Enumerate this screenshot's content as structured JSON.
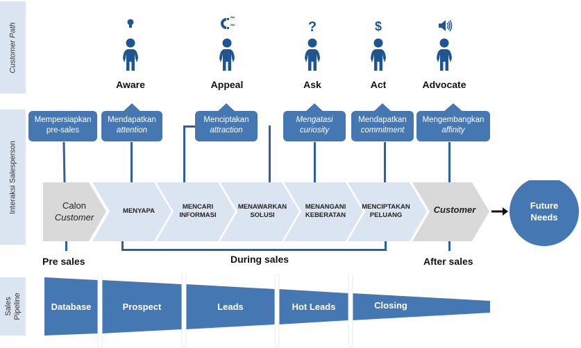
{
  "side_labels": {
    "customer_path": "Customer Path",
    "interaksi": "Interaksi Salesperson",
    "pipeline_line1": "Sales",
    "pipeline_line2": "Pipeline"
  },
  "customer_path": [
    {
      "label": "Aware",
      "icon": "lightbulb-icon",
      "glyph": "💡"
    },
    {
      "label": "Appeal",
      "icon": "magnet-icon",
      "glyph": "🧲"
    },
    {
      "label": "Ask",
      "icon": "question-icon",
      "glyph": "?"
    },
    {
      "label": "Act",
      "icon": "dollar-icon",
      "glyph": "$"
    },
    {
      "label": "Advocate",
      "icon": "speaker-icon",
      "glyph": "🔊"
    }
  ],
  "interactions": [
    {
      "line1": "Mempersiapkan",
      "line2": "pre-sales",
      "italic1": false,
      "italic2": false
    },
    {
      "line1": "Mendapatkan",
      "line2": "attention",
      "italic1": false,
      "italic2": true
    },
    {
      "line1": "Menciptakan",
      "line2": "attraction",
      "italic1": false,
      "italic2": true
    },
    {
      "line1": "Mengatasi",
      "line2": "curiosity",
      "italic1": true,
      "italic2": true
    },
    {
      "line1": "Mendapatkan",
      "line2": "commitment",
      "italic1": false,
      "italic2": true
    },
    {
      "line1": "Mengembangkan",
      "line2": "affinity",
      "italic1": false,
      "italic2": true
    }
  ],
  "process": [
    {
      "line1": "Calon",
      "line2": "Customer"
    },
    {
      "line1": "MENYAPA",
      "line2": ""
    },
    {
      "line1": "MENCARI",
      "line2": "INFORMASI"
    },
    {
      "line1": "MENAWARKAN",
      "line2": "SOLUSI"
    },
    {
      "line1": "MENANGANI",
      "line2": "KEBERATAN"
    },
    {
      "line1": "MENCIPTAKAN",
      "line2": "PELUANG"
    },
    {
      "line1": "Customer",
      "line2": ""
    }
  ],
  "future_needs": {
    "line1": "Future",
    "line2": "Needs"
  },
  "stages": {
    "pre": "Pre sales",
    "during": "During sales",
    "after": "After sales"
  },
  "pipeline": [
    "Database",
    "Prospect",
    "Leads",
    "Hot Leads",
    "Closing"
  ],
  "colors": {
    "primary": "#4578b3",
    "dark_blue": "#1f5591",
    "light_blue": "#dbe5f1",
    "gray": "#d9d9d9"
  }
}
